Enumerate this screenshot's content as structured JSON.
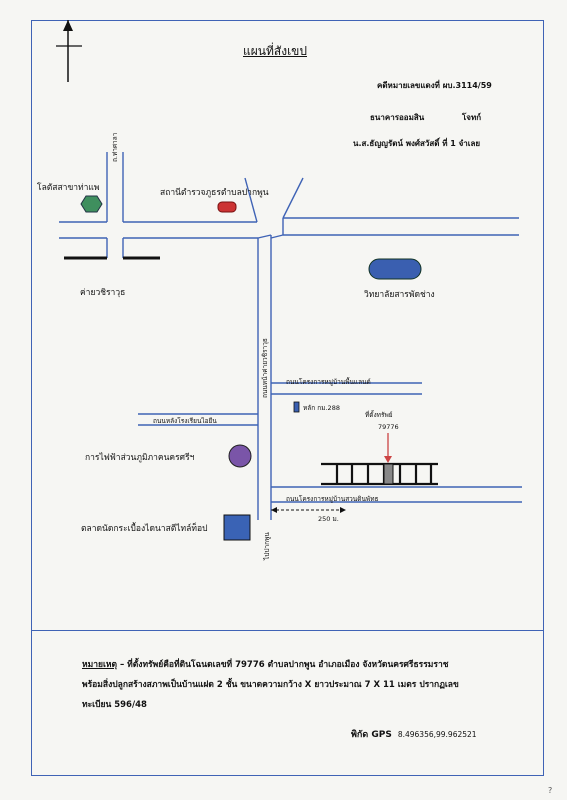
{
  "header": {
    "title": "แผนที่สังเขป",
    "case_number": "คดีหมายเลขแดงที่ ผบ.3114/59",
    "plaintiff": "ธนาคารออมสิน",
    "plaintiff_role": "โจทก์",
    "defendant": "น.ส.ธัญญรัตน์ พงศ์สวัสดิ์  ที่ 1 จำเลย"
  },
  "map": {
    "labels": {
      "hospital": "โลตัสสาขาท่าแพ",
      "police_station": "สถานีตำรวจภูธรตำบลปากพูน",
      "road_left": "ถ.ท่าศาลา",
      "camp": "ค่ายวชิราวุธ",
      "college": "วิทยาลัยสารพัดช่าง",
      "main_road": "ถนนหน้าค่ายวชิราวุธ",
      "road_1": "ถนนโครงการหมู่บ้านพื้นแลนด์",
      "km_post": "หลัก กม.288",
      "road_left_side": "ถนนหลังโรงเรียนไอยีน",
      "property": "ที่ตั้งทรัพย์",
      "deed_number": "79776",
      "electricity": "การไฟฟ้าส่วนภูมิภาคนครศรีฯ",
      "road_bottom": "ถนนโครงการหมู่บ้านสวนดินพัทธ",
      "distance": "250 ม.",
      "market": "ตลาดนัดกระเบื้องไดนาสตีไทล์ท็อป",
      "road_south": "ไปปากพูน"
    }
  },
  "note": {
    "heading": "หมายเหตุ",
    "line1": " – ที่ตั้งทรัพย์คือที่ดินโฉนดเลขที่ 79776 ตำบลปากพูน อำเภอเมือง จังหวัดนครศรีธรรมราช",
    "line2": "พร้อมสิ่งปลูกสร้างสภาพเป็นบ้านแฝด 2 ชั้น ขนาดความกว้าง X ยาวประมาณ 7 X 11 เมตร ปรากฏเลข",
    "line3": "ทะเบียน 596/48"
  },
  "gps": {
    "label": "พิกัด GPS",
    "value": "8.496356,99.962521"
  },
  "footer": {
    "mark": "?"
  },
  "colors": {
    "border": "#3f63b5",
    "hospital": "#3f8f5e",
    "police": "#cc3333",
    "college": "#3a5fb0",
    "electricity": "#7a55a8",
    "market": "#3a63b5"
  }
}
